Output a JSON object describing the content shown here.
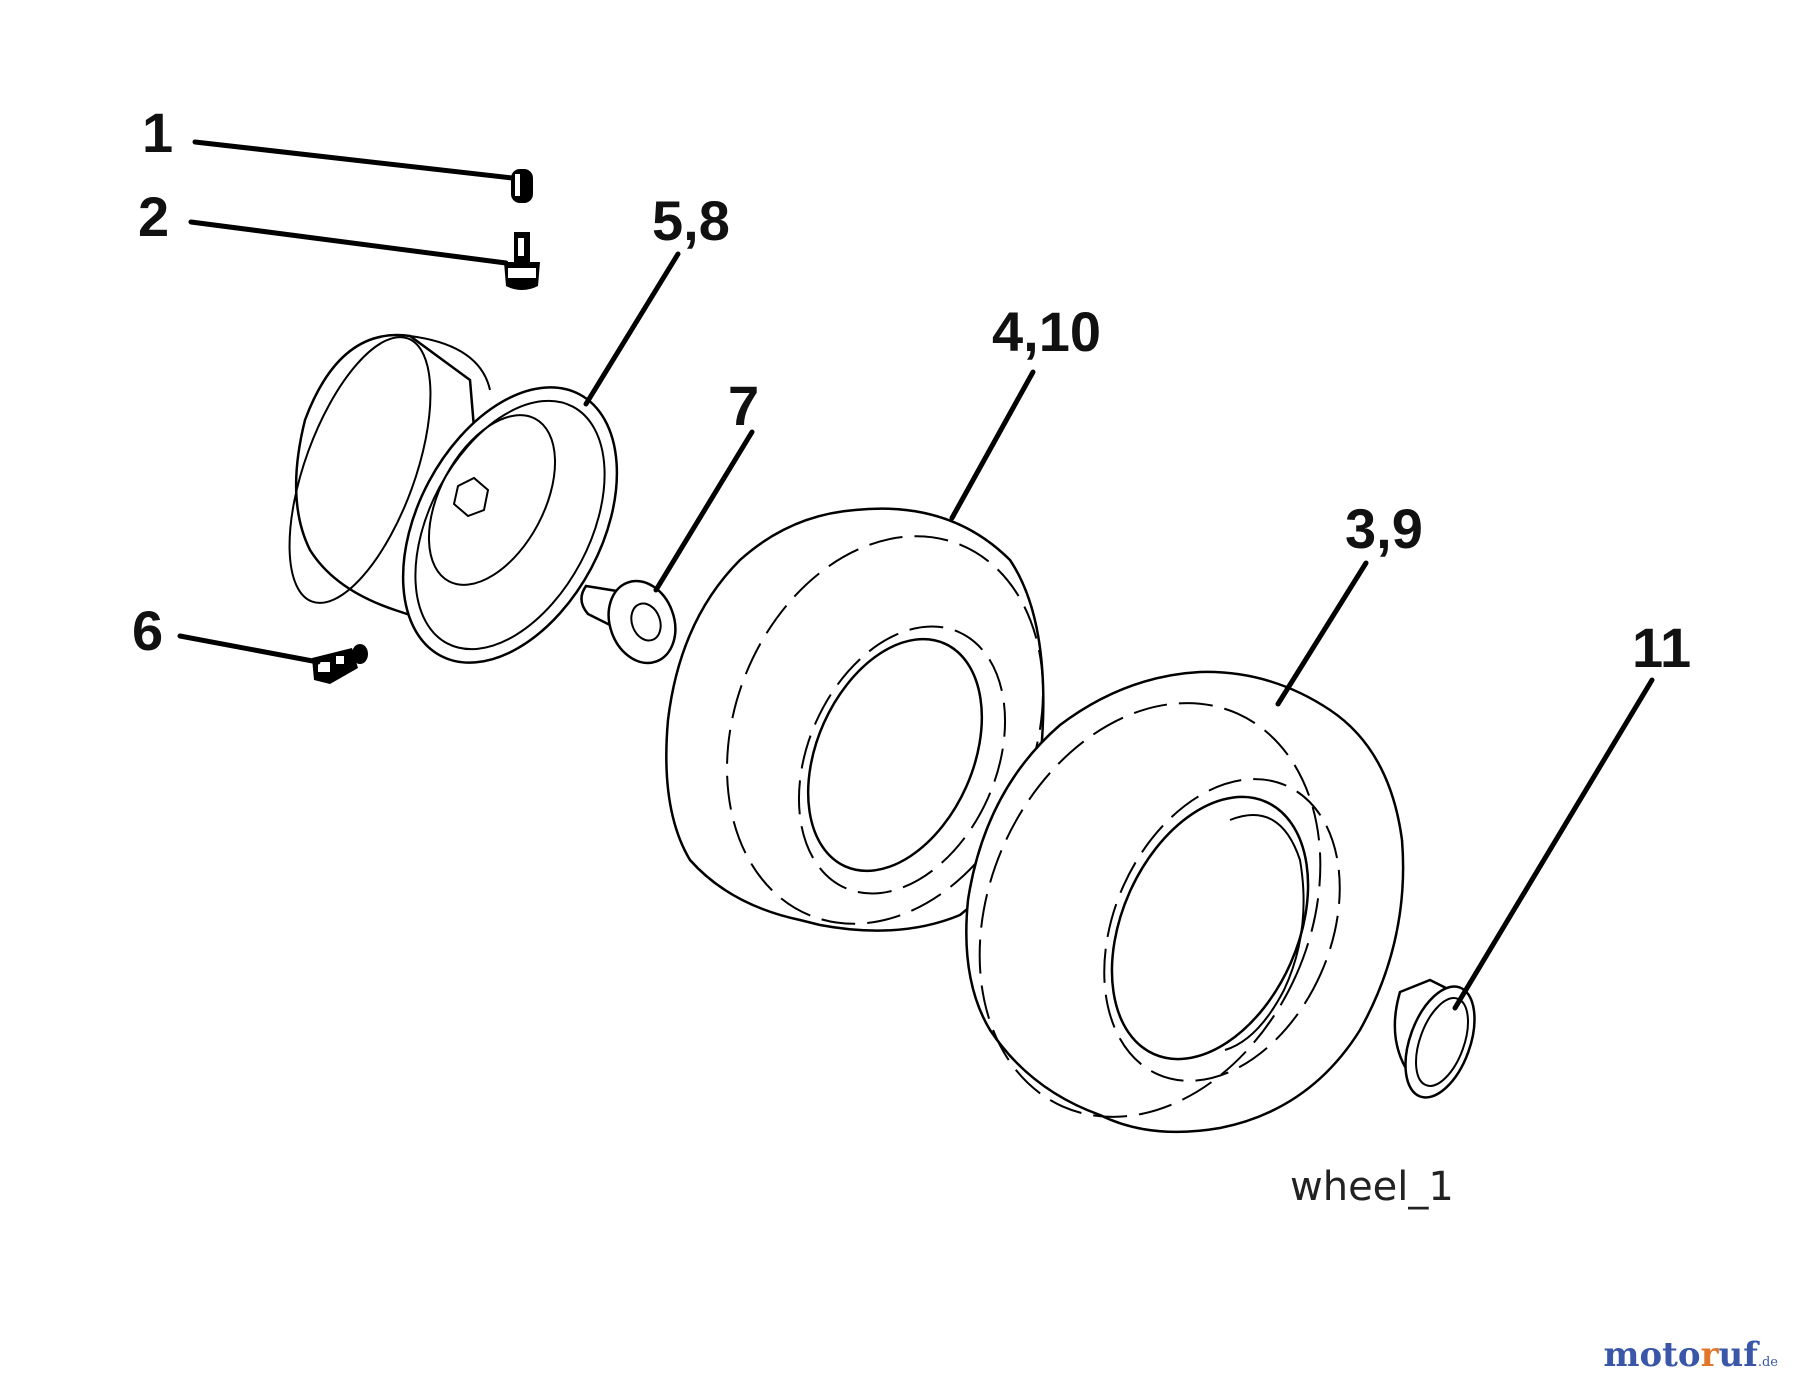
{
  "callouts": {
    "c1": "1",
    "c2": "2",
    "c58": "5,8",
    "c410": "4,10",
    "c7": "7",
    "c39": "3,9",
    "c6": "6",
    "c11": "11"
  },
  "caption": "wheel_1",
  "watermark": {
    "part1": "moto",
    "part2": "r",
    "part3": "uf",
    "tld": ".de"
  },
  "colors": {
    "watermark_blue": "#3a56a8",
    "watermark_orange": "#e0772a"
  }
}
